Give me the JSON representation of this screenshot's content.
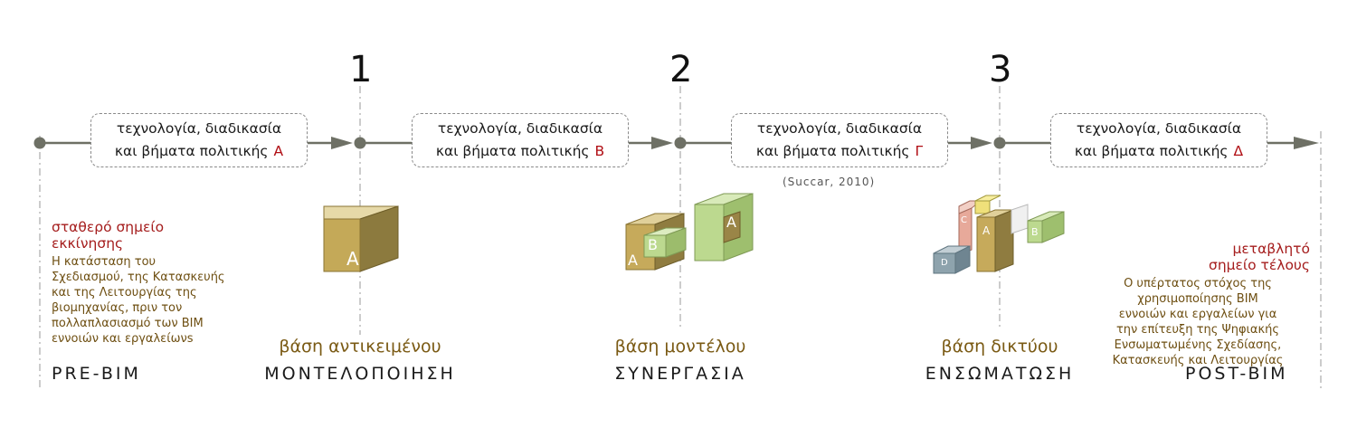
{
  "stages": [
    {
      "number": "1",
      "sub": "βάση αντικειμένου",
      "main": "ΜΟΝΤΕΛΟΠΟΙΗΣΗ"
    },
    {
      "number": "2",
      "sub": "βάση μοντέλου",
      "main": "ΣΥΝΕΡΓΑΣΙΑ"
    },
    {
      "number": "3",
      "sub": "βάση δικτύου",
      "main": "ΕΝΣΩΜΑΤΩΣΗ"
    }
  ],
  "policy_boxes": [
    {
      "line1": "τεχνολογία, διαδικασία",
      "line2": "και βήματα πολιτικής",
      "letter": "Α"
    },
    {
      "line1": "τεχνολογία, διαδικασία",
      "line2": "και βήματα πολιτικής",
      "letter": "Β"
    },
    {
      "line1": "τεχνολογία, διαδικασία",
      "line2": "και βήματα πολιτικής",
      "letter": "Γ"
    },
    {
      "line1": "τεχνολογία, διαδικασία",
      "line2": "και βήματα πολιτικής",
      "letter": "Δ"
    }
  ],
  "citation": "(Succar, 2010)",
  "pre_bim": {
    "heading_line1": "σταθερό σημείο",
    "heading_line2": "εκκίνησης",
    "desc": [
      "Η κατάσταση του",
      "Σχεδιασμού, της Κατασκευής",
      "και της Λειτουργίας της",
      "βιομηχανίας, πριν τον",
      "πολλαπλασιασμό των BIM",
      "εννοιών και εργαλείωνs"
    ],
    "label": "PRE-BIM"
  },
  "post_bim": {
    "heading_line1": "μεταβλητό",
    "heading_line2": "σημείο τέλους",
    "desc": [
      "Ο υπέρτατος στόχος της",
      "χρησιμοποίησης BIM",
      "εννοιών και εργαλείων για",
      "την επίτευξη της Ψηφιακής",
      "Ενσωματωμένης Σχεδίασης,",
      "Κατασκευής και Λειτουργίας"
    ],
    "label": "POST-BIM"
  },
  "cube_labels": {
    "stage1": "A",
    "stage2_left_a": "A",
    "stage2_left_b": "B",
    "stage2_right_a": "A",
    "stage3_a": "A",
    "stage3_b": "B",
    "stage3_c": "C",
    "stage3_d": "D"
  },
  "colors": {
    "line": "#6e7065",
    "letter_red": "#b00e14",
    "brown": "#7a5a14",
    "tan_cube": "#c8ad5e",
    "green_cube": "#bcd98f",
    "pink_cube": "#e7a99a",
    "blue_cube": "#8ea3ad",
    "yellow_cube": "#efe07a"
  }
}
